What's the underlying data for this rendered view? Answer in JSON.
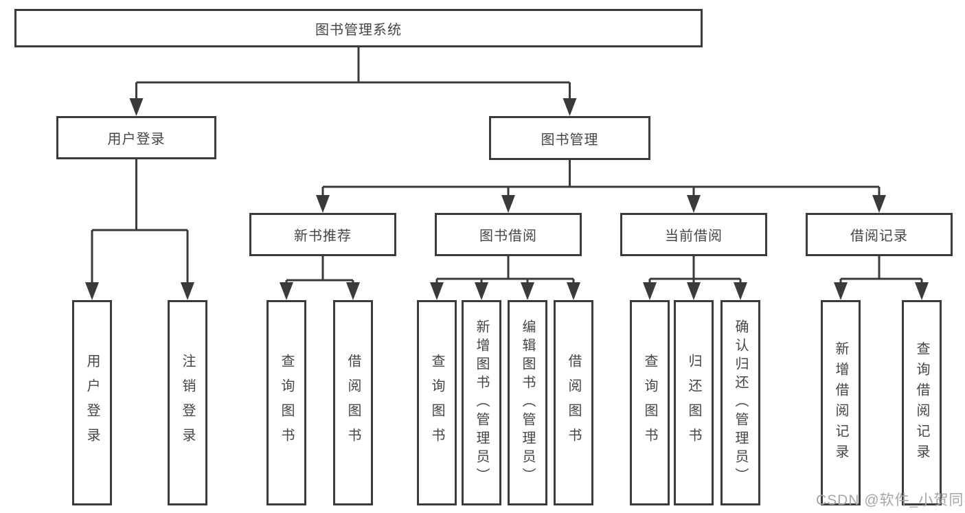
{
  "nodes": {
    "root": {
      "label": "图书管理系统"
    },
    "level2": [
      {
        "label": "用户登录"
      },
      {
        "label": "图书管理"
      }
    ],
    "level3": [
      {
        "label": "新书推荐"
      },
      {
        "label": "图书借阅"
      },
      {
        "label": "当前借阅"
      },
      {
        "label": "借阅记录"
      }
    ],
    "leaves": [
      "用户登录",
      "注销登录",
      "查询图书",
      "借阅图书",
      "查询图书",
      "新增图书（管理员）",
      "编辑图书（管理员）",
      "借阅图书",
      "查询图书",
      "归还图书",
      "确认归还（管理员）",
      "新增借阅记录",
      "查询借阅记录"
    ]
  },
  "watermark": "CSDN @软件_小贺同学",
  "colors": {
    "stroke": "#3a3a3a",
    "text": "#454545",
    "watermark": "#a6a6a6",
    "background": "#ffffff"
  }
}
